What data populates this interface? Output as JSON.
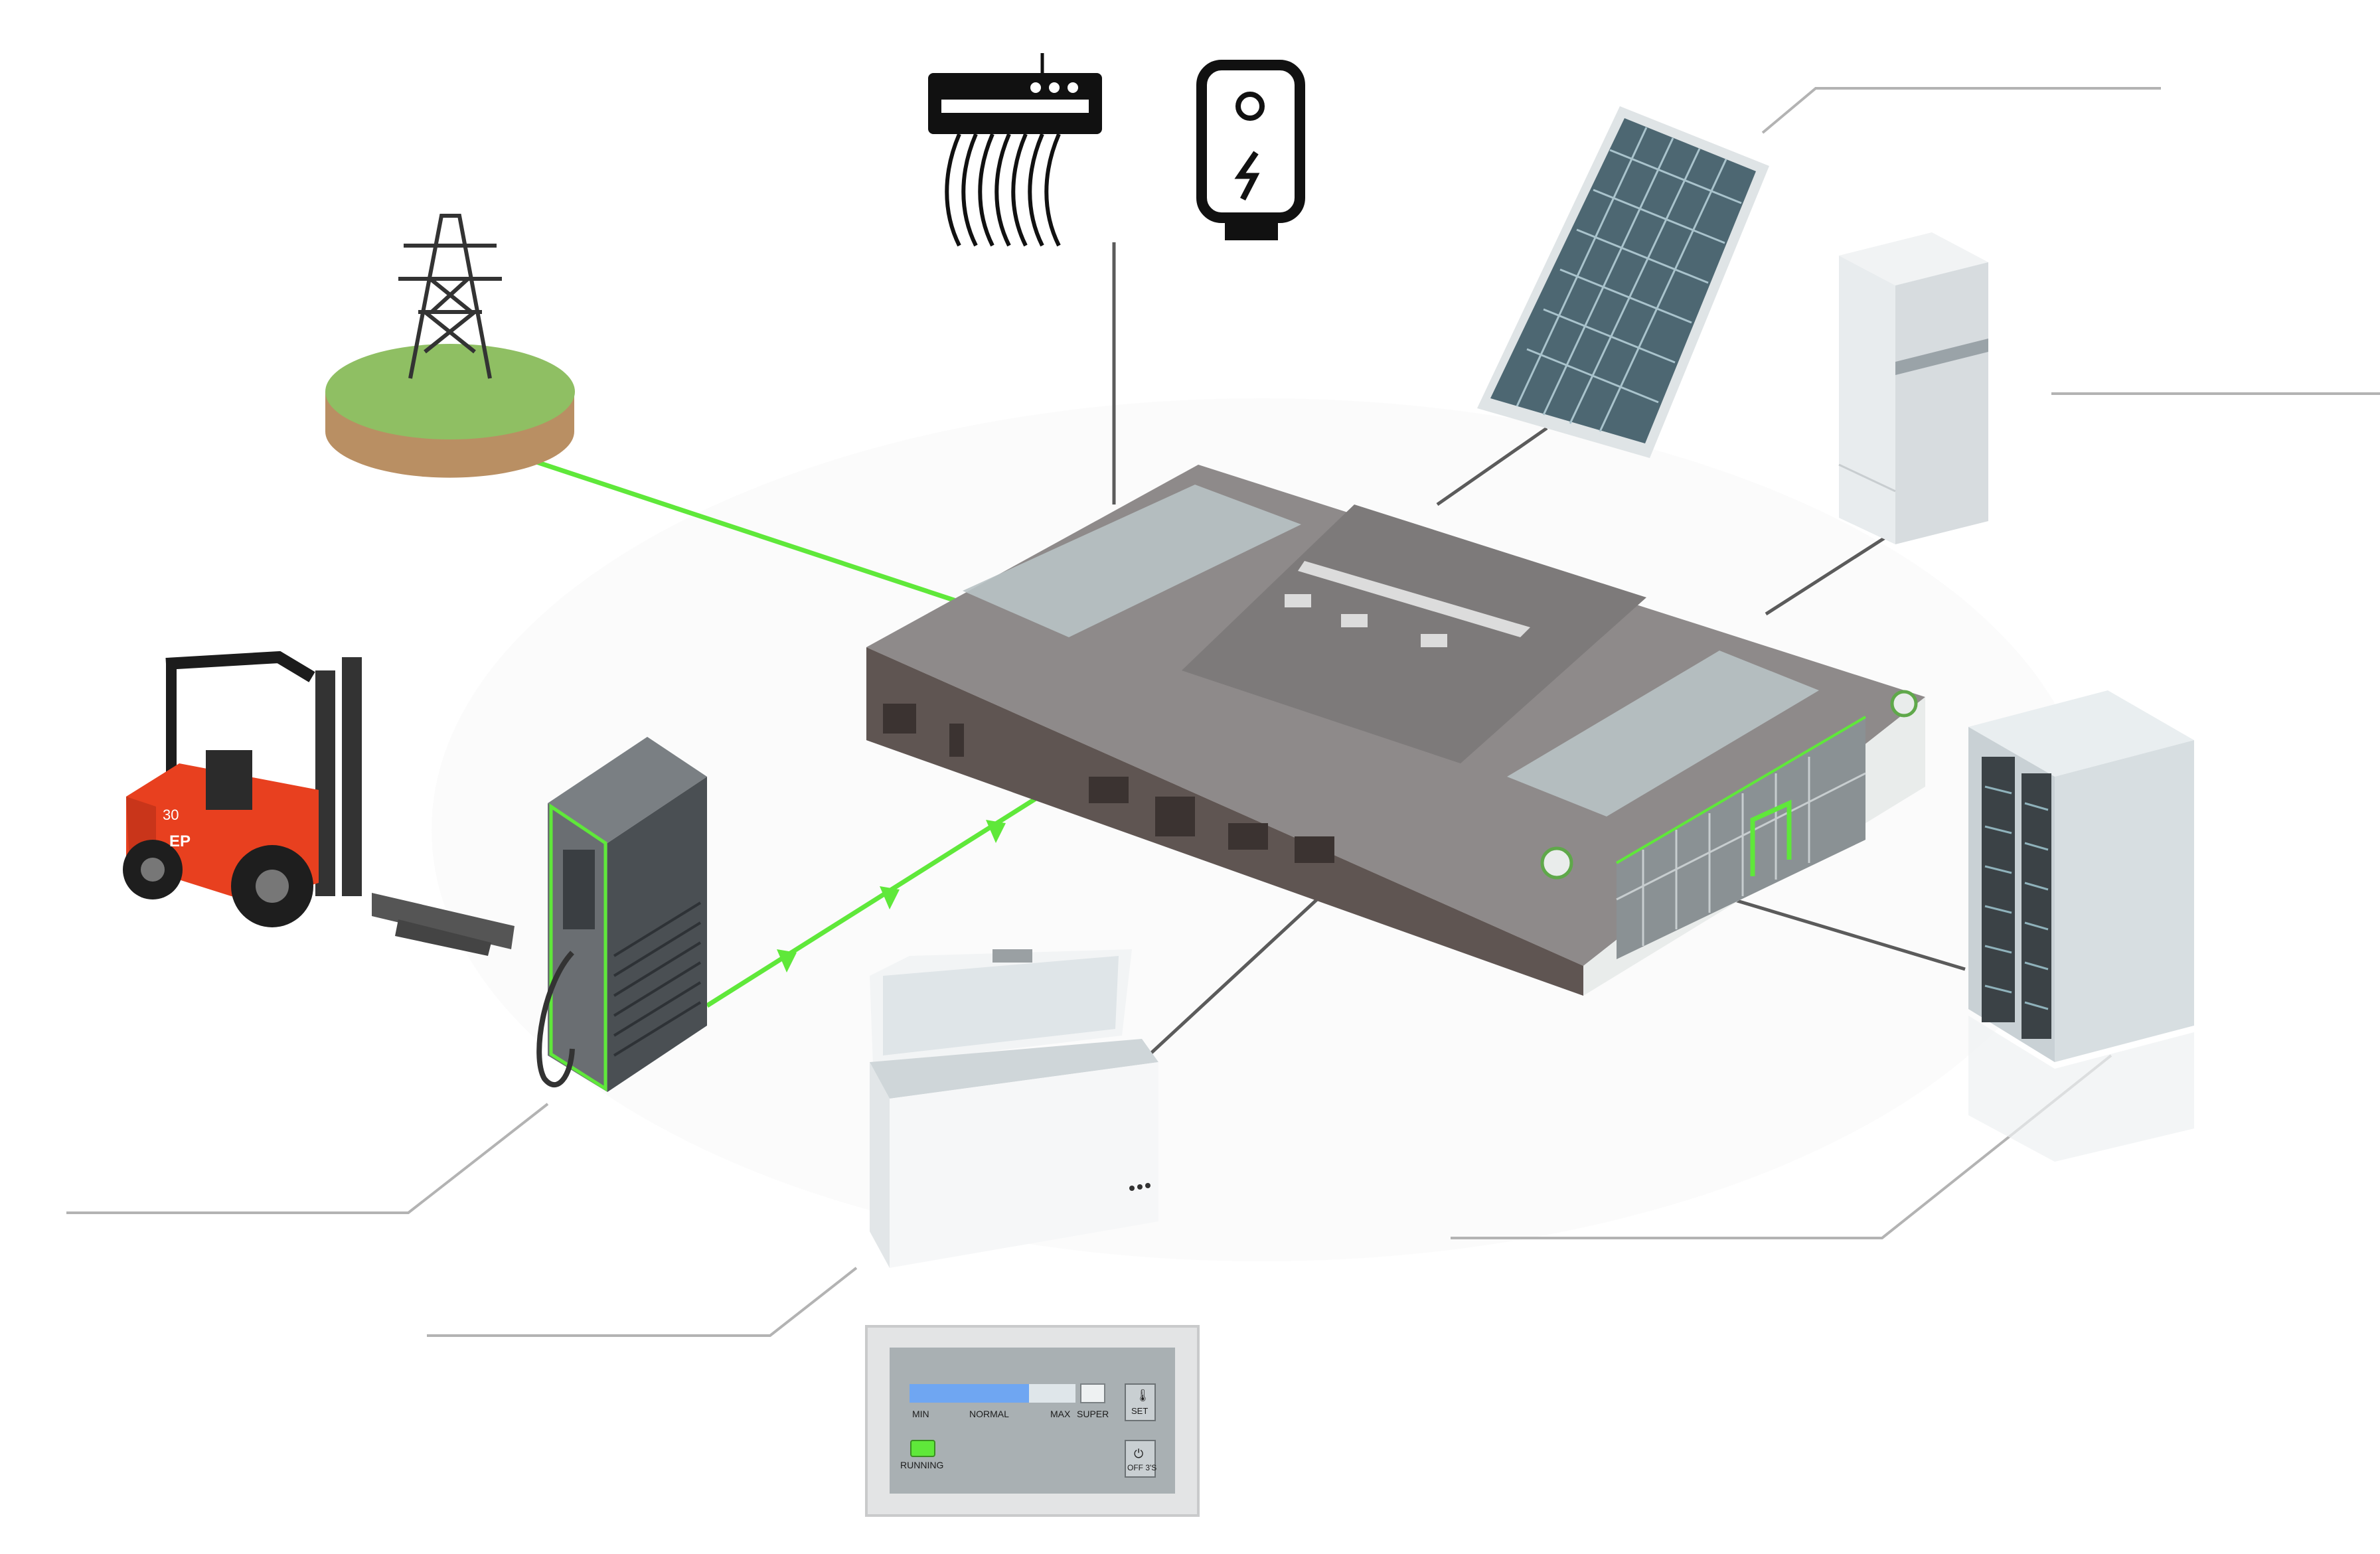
{
  "diagram": {
    "title": "",
    "colors": {
      "link_green": "#5fe83a",
      "leader_gray": "#a9a9a9",
      "leader_dark": "#5b5b5b",
      "ground_green": "#8fbf63",
      "ground_soil": "#b98f63",
      "building_roof": "#8e8a8a",
      "building_wall": "#5f5552",
      "forklift_red": "#e8401f",
      "panel_blue": "#4d6772"
    },
    "nodes": [
      {
        "id": "grid",
        "icon": "power-grid-tower-icon"
      },
      {
        "id": "hvac",
        "icon": "hvac-unit-icon"
      },
      {
        "id": "water-heater",
        "icon": "electric-water-heater-icon"
      },
      {
        "id": "solar",
        "icon": "solar-panel-icon"
      },
      {
        "id": "battery",
        "icon": "battery-storage-cabinet-icon"
      },
      {
        "id": "factory",
        "icon": "factory-building-icon"
      },
      {
        "id": "forklift",
        "icon": "electric-forklift-icon"
      },
      {
        "id": "charger",
        "icon": "ev-charger-icon"
      },
      {
        "id": "freezer",
        "icon": "chest-freezer-icon"
      },
      {
        "id": "server-rack",
        "icon": "server-rack-icon"
      }
    ],
    "freezer_panel": {
      "min_label": "MIN",
      "normal_label": "NORMAL",
      "max_label": "MAX",
      "super_label": "SUPER",
      "set_label": "SET",
      "running_label": "RUNNING",
      "off_label": "OFF 3'S",
      "level_fraction": 0.72,
      "running_on": true
    },
    "forklift_badges": {
      "side_number": "30",
      "brand": "EP"
    }
  }
}
